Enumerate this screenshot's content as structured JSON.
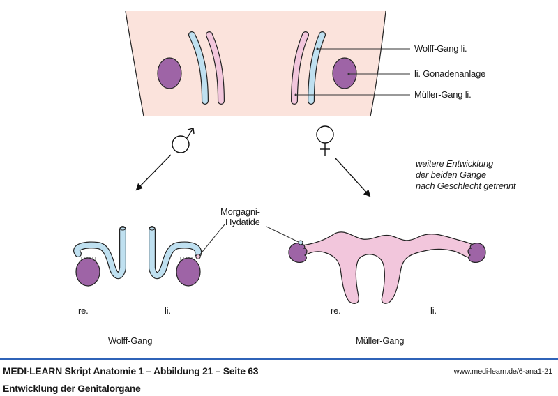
{
  "labels": {
    "wolff_left": "Wolff-Gang li.",
    "gonad_left": "li. Gonadenanlage",
    "mueller_left": "Müller-Gang li.",
    "morgagni_line1": "Morgagni-",
    "morgagni_line2": "Hydatide",
    "male_re": "re.",
    "male_li": "li.",
    "female_re": "re.",
    "female_li": "li.",
    "wolff_caption": "Wolff-Gang",
    "mueller_caption": "Müller-Gang"
  },
  "note": {
    "line1": "weitere Entwicklung",
    "line2": "der beiden Gänge",
    "line3": "nach Geschlecht getrennt"
  },
  "symbols": {
    "male": "male-symbol",
    "female": "female-symbol"
  },
  "colors": {
    "body": "#fbe3dc",
    "wolff": "#bfe0f0",
    "mueller": "#f2c6dc",
    "gonad": "#9e64a6",
    "footer_rule": "#2f63b8"
  },
  "footer": {
    "title": "MEDI-LEARN Skript Anatomie 1 – Abbildung 21 – Seite 63",
    "subtitle": "Entwicklung der Genitalorgane",
    "url": "www.medi-learn.de/6-ana1-21"
  }
}
